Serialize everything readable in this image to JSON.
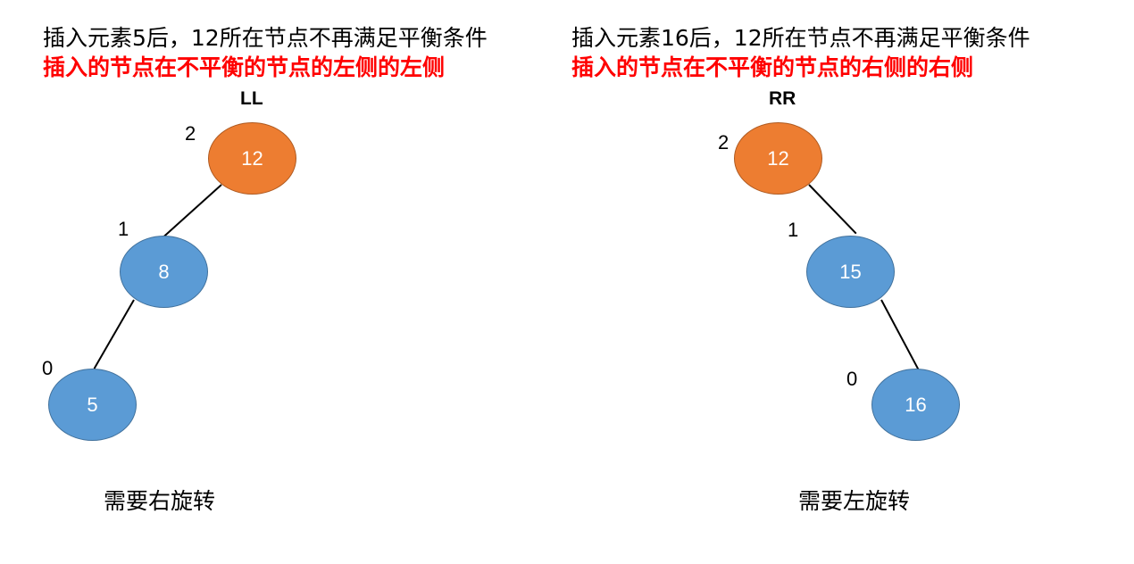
{
  "colors": {
    "unbalanced_fill": "#ED7D31",
    "unbalanced_border": "#AE5A21",
    "node_fill": "#5B9BD5",
    "node_border": "#41719C",
    "highlight_text": "#FF0000"
  },
  "panels": [
    {
      "title": "插入元素5后，12所在节点不再满足平衡条件",
      "subtitle": "插入的节点在不平衡的节点的左侧的左侧",
      "case_label": "LL",
      "nodes": [
        {
          "value": "12",
          "balance": "2",
          "unbalanced": true
        },
        {
          "value": "8",
          "balance": "1",
          "unbalanced": false
        },
        {
          "value": "5",
          "balance": "0",
          "unbalanced": false
        }
      ],
      "footer": "需要右旋转"
    },
    {
      "title": "插入元素16后，12所在节点不再满足平衡条件",
      "subtitle": "插入的节点在不平衡的节点的右侧的右侧",
      "case_label": "RR",
      "nodes": [
        {
          "value": "12",
          "balance": "2",
          "unbalanced": true
        },
        {
          "value": "15",
          "balance": "1",
          "unbalanced": false
        },
        {
          "value": "16",
          "balance": "0",
          "unbalanced": false
        }
      ],
      "footer": "需要左旋转"
    }
  ]
}
